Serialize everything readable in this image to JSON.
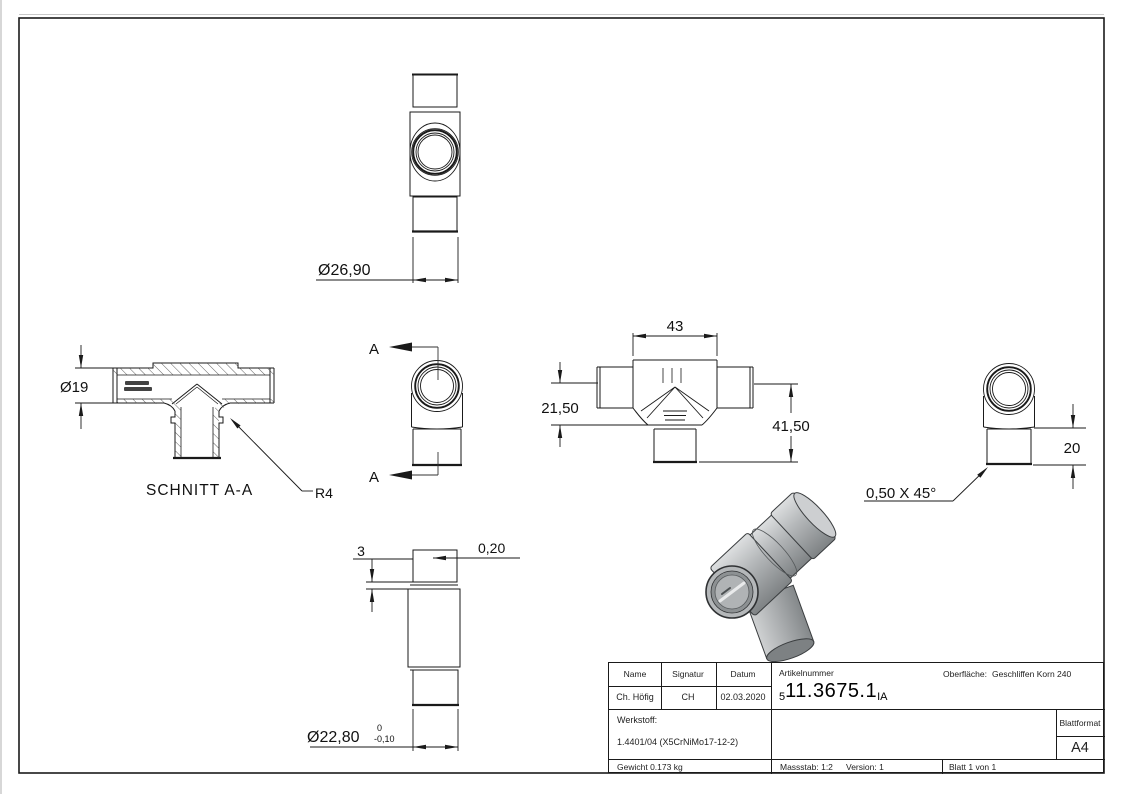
{
  "annotations": {
    "dia_top": "Ø26,90",
    "dia_section": "Ø19",
    "section_title": "SCHNITT A-A",
    "radius": "R4",
    "cut_letter": "A",
    "width_front": "43",
    "height_left": "21,50",
    "height_right": "41,50",
    "stub_height": "20",
    "chamfer": "0,50 X 45°",
    "band": "3",
    "offset": "0,20",
    "dia_bottom": "Ø22,80",
    "tol_upper": "0",
    "tol_lower": "-0,10"
  },
  "title_block": {
    "col_name": "Name",
    "col_signatur": "Signatur",
    "col_datum": "Datum",
    "name": "Ch. Höfig",
    "signatur": "CH",
    "datum": "02.03.2020",
    "artikelnummer_label": "Artikelnummer",
    "artikel_small_prefix": "5",
    "artikel_number": "11.3675.1",
    "artikel_small_suffix": "IA",
    "oberflaeche_label": "Oberfläche:",
    "oberflaeche": "Geschliffen Korn 240",
    "werkstoff_label": "Werkstoff:",
    "werkstoff": "1.4401/04 (X5CrNiMo17-12-2)",
    "blattformat_label": "Blattformat",
    "blattformat": "A4",
    "gewicht": "Gewicht 0.173 kg",
    "massstab": "Massstab: 1:2",
    "version": "Version: 1",
    "blatt": "Blatt 1 von 1"
  },
  "colors": {
    "line": "#1a1a1a",
    "metal_mid": "#b4b7b9",
    "metal_light": "#d6d8d9",
    "metal_dark": "#83878a"
  }
}
